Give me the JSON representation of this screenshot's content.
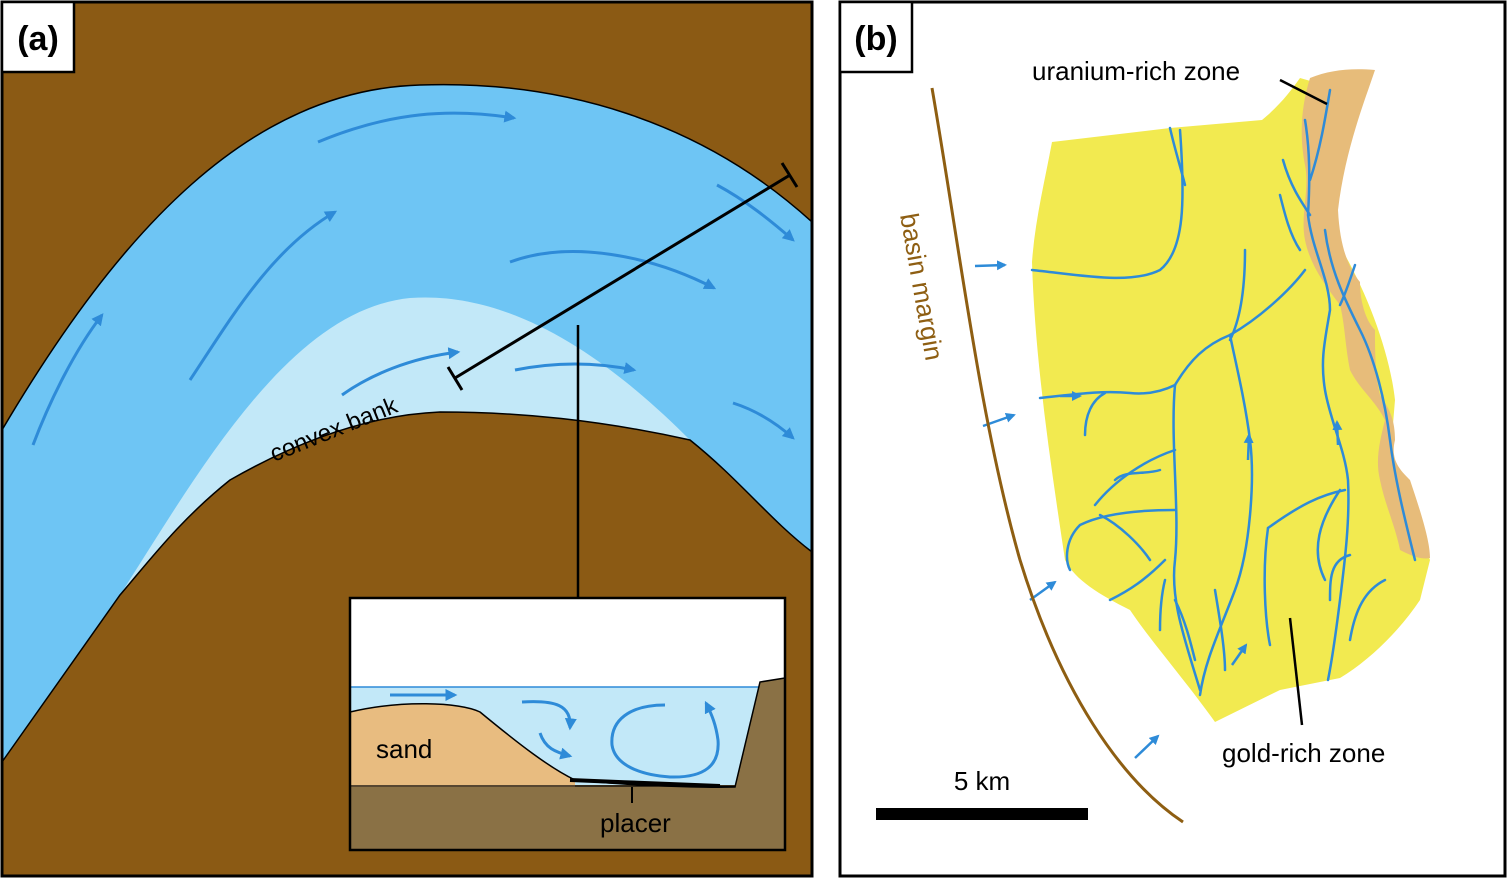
{
  "panel_a": {
    "label": "(a)",
    "convex_bank_label": "convex bank",
    "inset": {
      "sand_label": "sand",
      "placer_label": "placer"
    }
  },
  "panel_b": {
    "label": "(b)",
    "uranium_label": "uranium-rich zone",
    "basin_margin_label": "basin margin",
    "gold_label": "gold-rich zone",
    "scale_label": "5 km"
  },
  "colors": {
    "bank_brown": "#8B5A14",
    "river_blue": "#6EC5F4",
    "shallow_blue": "#C2E8F8",
    "arrow_blue": "#2E8BD8",
    "sand": "#E8BC80",
    "bedrock": "#8A7145",
    "gold_zone": "#F2EA50",
    "uranium_zone": "#E7BC7A",
    "margin_line": "#8E5E12"
  }
}
